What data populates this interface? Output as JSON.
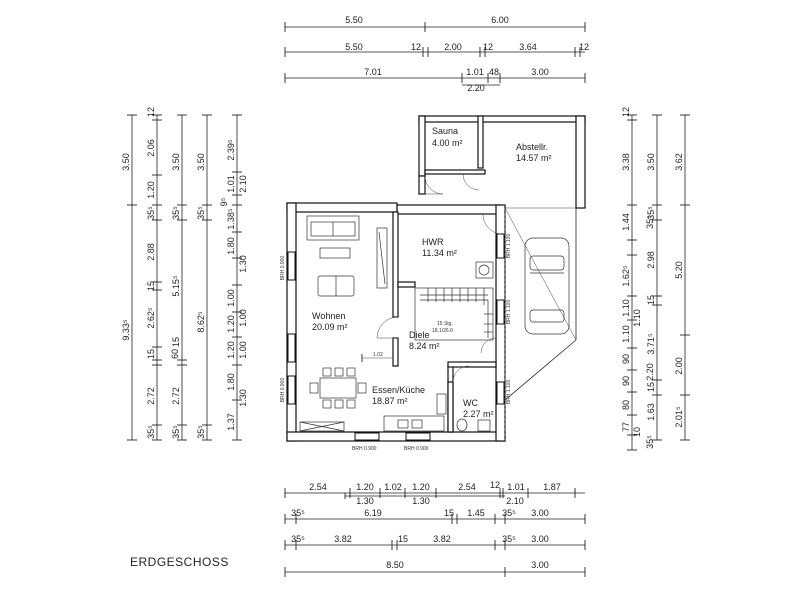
{
  "title": "ERDGESCHOSS",
  "rooms": [
    {
      "name": "Sauna",
      "area": "4.00 m²"
    },
    {
      "name": "Abstellr.",
      "area": "14.57 m²"
    },
    {
      "name": "HWR",
      "area": "11.34 m²"
    },
    {
      "name": "Wohnen",
      "area": "20.09 m²"
    },
    {
      "name": "Diele",
      "area": "8.24 m²"
    },
    {
      "name": "Essen/Küche",
      "area": "18.87 m²"
    },
    {
      "name": "WC",
      "area": "2.27 m²"
    }
  ],
  "stairs": {
    "line1": "15 Stg.",
    "line2": "18.1/26.6"
  },
  "brh_labels": {
    "left_top": "BRH 0.900",
    "left_bottom": "BRH 0.900",
    "hwr": "BRH 1.100",
    "diele": "BRH 1.100",
    "wc": "BRH 1.100",
    "bottom_left": "BRH 0.900",
    "bottom_right": "BRH 0.900"
  },
  "misc_labels": {
    "diele_width": "1.02"
  },
  "dims_top": {
    "row1": [
      "5.50",
      "6.00"
    ],
    "row2": [
      "5.50",
      "12",
      "2.00",
      "12",
      "3.64",
      "12"
    ],
    "row3": [
      "7.01",
      "1.01",
      "48",
      "3.00"
    ],
    "row3_sub": "2.20"
  },
  "dims_bottom": {
    "row1": [
      "2.54",
      "1.20",
      "1.02",
      "1.20",
      "2.54",
      "12",
      "1.01",
      "1.87"
    ],
    "row1_sub": [
      "1.30",
      "1.30",
      "2.10"
    ],
    "row2": [
      "35⁵",
      "6.19",
      "15",
      "1.45",
      "35⁵",
      "3.00"
    ],
    "row3": [
      "35⁵",
      "3.82",
      "15",
      "3.82",
      "35⁵",
      "3.00"
    ],
    "row4": [
      "8.50",
      "3.00"
    ]
  },
  "dims_left": {
    "c1": [
      "12",
      "2.06",
      "1.20",
      "35⁵",
      "2.88",
      "15",
      "2.62⁵",
      "15",
      "60",
      "2.72",
      "35⁵"
    ],
    "c1b": [
      "3.50",
      "9.33⁵"
    ],
    "c2": [
      "3.50",
      "35⁵",
      "5.15⁵",
      "15",
      "2.72",
      "35⁵"
    ],
    "c3": [
      "3.50",
      "9⁵",
      "35⁵",
      "8.62⁵",
      "35⁵"
    ],
    "c4": [
      "2.39⁵",
      "1.01",
      "2.10",
      "1.38⁵",
      "1.80",
      "1.30",
      "1.00",
      "1.20",
      "1.00",
      "1.20",
      "1.00",
      "1.80",
      "1.30",
      "1.37"
    ]
  },
  "dims_right": {
    "c1": [
      "12",
      "3.38",
      "1.44",
      "35⁵",
      "1.62⁵",
      "1.10",
      "1.10",
      "90",
      "2.20",
      "90",
      "80",
      "77",
      "35⁵"
    ],
    "c2": [
      "3.50",
      "35⁵",
      "2.98",
      "1.10",
      "15",
      "3.71⁵",
      "15",
      "1.63",
      "10"
    ],
    "c3": [
      "3.62",
      "5.20",
      "2.00",
      "2.01⁵"
    ]
  }
}
